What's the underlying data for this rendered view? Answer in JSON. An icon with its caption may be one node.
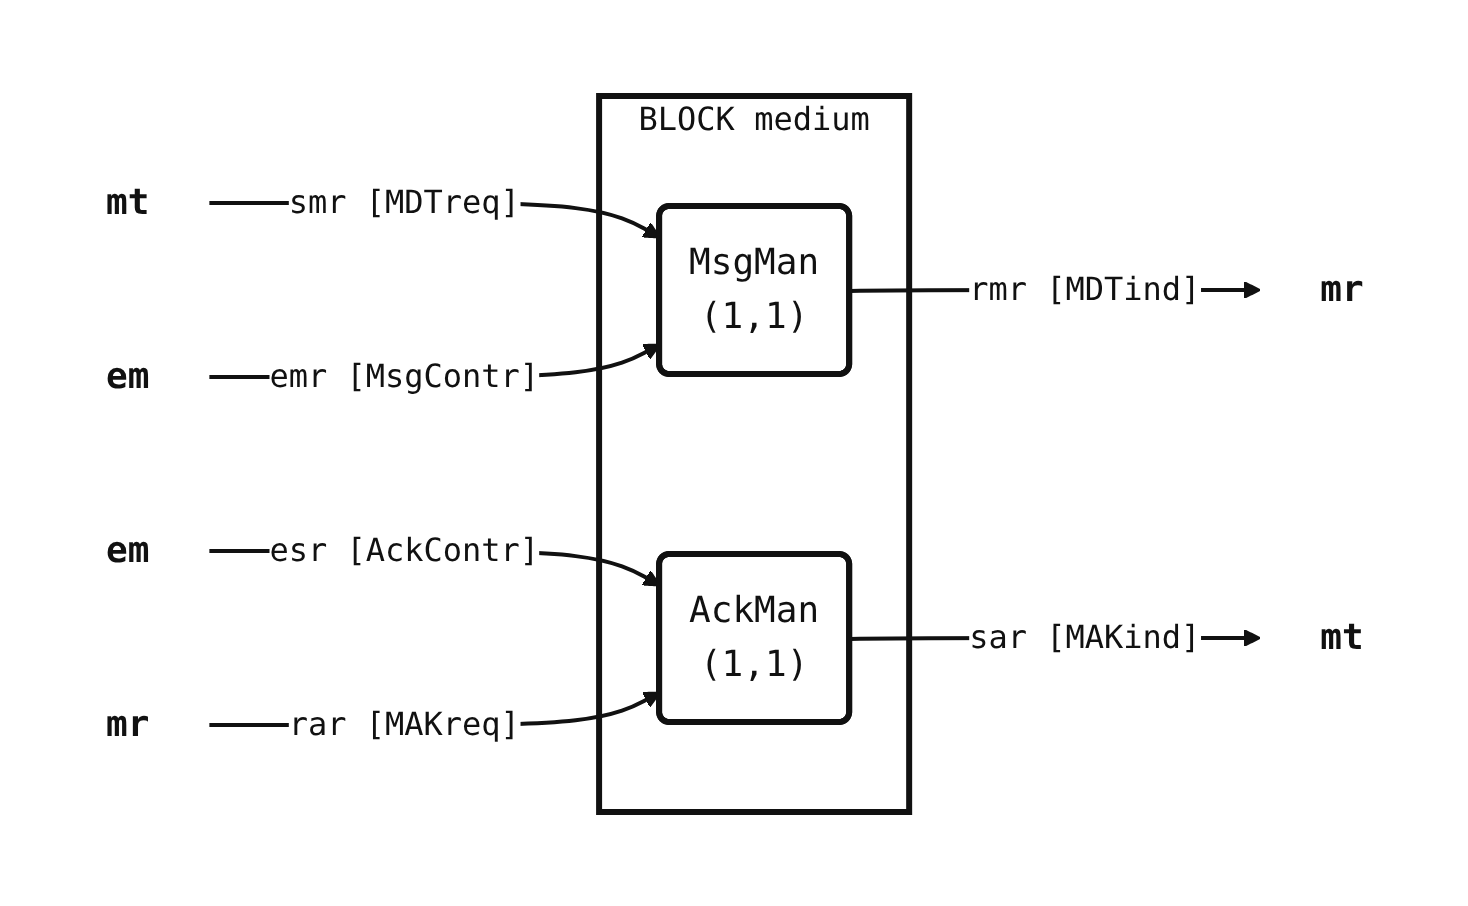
{
  "diagram": {
    "nodes": [
      {
        "text": [
          "BLOCK medium"
        ]
      },
      {
        "text": [
          "mt"
        ]
      },
      {
        "text": [
          "MsgMan",
          "(1,1)"
        ],
        "in": 0
      },
      {
        "text": [
          "mr"
        ]
      },
      {
        "text": [
          "em"
        ]
      },
      {
        "text": [
          "em"
        ]
      },
      {
        "text": [
          "mt"
        ]
      },
      {
        "text": [
          "AckMan",
          "(1,1)"
        ],
        "in": 0
      },
      {
        "text": [
          "mr"
        ]
      }
    ],
    "edges": [
      {
        "from": 1,
        "to": 2,
        "arrow": "to",
        "label": "smr [MDTreq]"
      },
      {
        "from": 2,
        "to": 3,
        "arrow": "to",
        "label": "rmr [MDTind]"
      },
      {
        "from": 4,
        "to": 2,
        "arrow": "to",
        "label": "emr [MsgContr]"
      },
      {
        "from": 5,
        "to": 7,
        "arrow": "to",
        "label": "esr [AckContr]"
      },
      {
        "from": 7,
        "to": 6,
        "arrow": "to",
        "label": "sar [MAKind]"
      },
      {
        "from": 8,
        "to": 7,
        "arrow": "to",
        "label": "rar [MAKreq]"
      }
    ]
  }
}
